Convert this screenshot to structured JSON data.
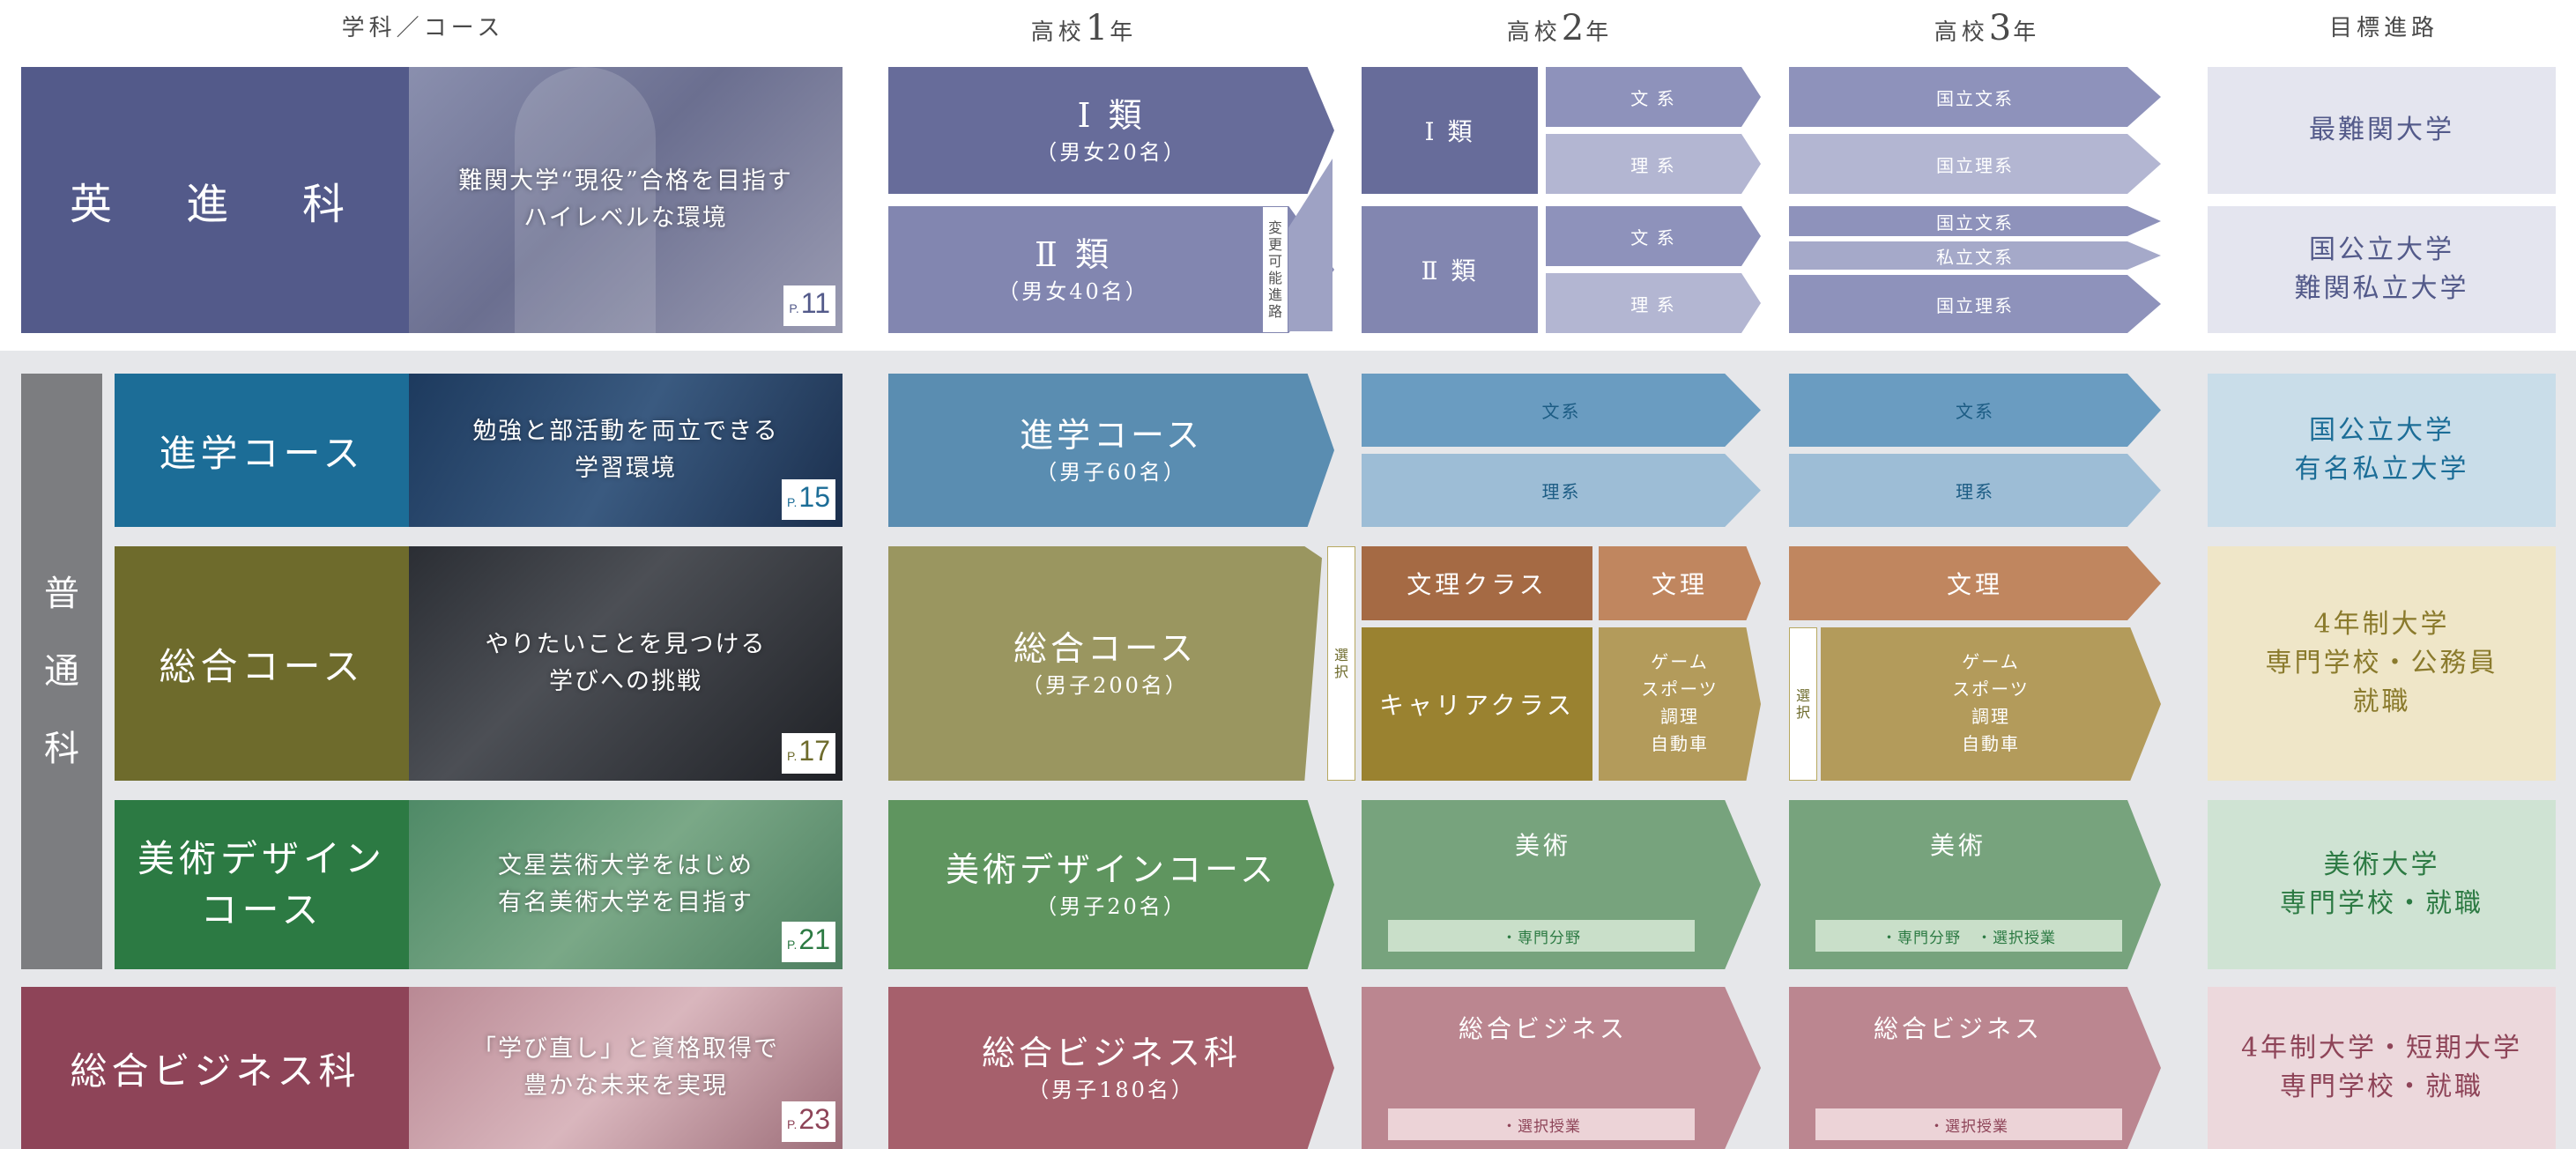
{
  "header": {
    "col_course": "学科／コース",
    "col_y1": {
      "pre": "高校",
      "num": "1",
      "post": "年"
    },
    "col_y2": {
      "pre": "高校",
      "num": "2",
      "post": "年"
    },
    "col_y3": {
      "pre": "高校",
      "num": "3",
      "post": "年"
    },
    "col_dest": "目標進路"
  },
  "eishin": {
    "name": "英　進　科",
    "caption": [
      "難関大学“現役”合格を目指す",
      "ハイレベルな環境"
    ],
    "page": {
      "prefix": "P.",
      "num": "11"
    },
    "y1": [
      {
        "name": "Ⅰ 類",
        "sub": "（男女20名）"
      },
      {
        "name": "Ⅱ 類",
        "sub": "（男女40名）"
      }
    ],
    "change_route": "変更可能進路",
    "y2": [
      {
        "name": "Ⅰ 類",
        "branches": [
          "文 系",
          "理 系"
        ]
      },
      {
        "name": "Ⅱ 類",
        "branches": [
          "文 系",
          "理 系"
        ]
      }
    ],
    "y3": [
      "国立文系",
      "国立理系",
      "国立文系",
      "私立文系",
      "国立理系"
    ],
    "dest": [
      [
        "最難関大学"
      ],
      [
        "国公立大学",
        "難関私立大学"
      ]
    ]
  },
  "futsu": {
    "name_chars": [
      "普",
      "通",
      "科"
    ],
    "shingaku": {
      "name": "進学コース",
      "caption": [
        "勉強と部活動を両立できる",
        "学習環境"
      ],
      "page": {
        "prefix": "P.",
        "num": "15"
      },
      "y1": {
        "name": "進学コース",
        "sub": "（男子60名）"
      },
      "y2": [
        "文系",
        "理系"
      ],
      "y3": [
        "文系",
        "理系"
      ],
      "dest": [
        "国公立大学",
        "有名私立大学"
      ]
    },
    "sogo": {
      "name": "総合コース",
      "caption": [
        "やりたいことを見つける",
        "学びへの挑戦"
      ],
      "page": {
        "prefix": "P.",
        "num": "17"
      },
      "y1": {
        "name": "総合コース",
        "sub": "（男子200名）"
      },
      "select": "選択",
      "y2": {
        "bunri": "文理クラス",
        "bunri_to": "文理",
        "career": "キャリアクラス",
        "career_to": [
          "ゲーム",
          "スポーツ",
          "調理",
          "自動車"
        ]
      },
      "y3": {
        "bunri": "文理",
        "career": [
          "ゲーム",
          "スポーツ",
          "調理",
          "自動車"
        ]
      },
      "dest": [
        "4年制大学",
        "専門学校・公務員",
        "就職"
      ]
    },
    "bijutsu": {
      "name": [
        "美術デザイン",
        "コース"
      ],
      "caption": [
        "文星芸術大学をはじめ",
        "有名美術大学を目指す"
      ],
      "page": {
        "prefix": "P.",
        "num": "21"
      },
      "y1": {
        "name": "美術デザインコース",
        "sub": "（男子20名）"
      },
      "y2": {
        "name": "美術",
        "tag": "・専門分野"
      },
      "y3": {
        "name": "美術",
        "tag": "・専門分野　・選択授業"
      },
      "dest": [
        "美術大学",
        "専門学校・就職"
      ]
    }
  },
  "business": {
    "name": "総合ビジネス科",
    "caption": [
      "「学び直し」と資格取得で",
      "豊かな未来を実現"
    ],
    "page": {
      "prefix": "P.",
      "num": "23"
    },
    "y1": {
      "name": "総合ビジネス科",
      "sub": "（男子180名）"
    },
    "y2": {
      "name": "総合ビジネス",
      "tag": "・選択授業"
    },
    "y3": {
      "name": "総合ビジネス",
      "tag": "・選択授業"
    },
    "dest": [
      "4年制大学・短期大学",
      "専門学校・就職"
    ]
  },
  "icons": {
    "route": "chevron-arrow"
  },
  "colors": {
    "eishin": "#535a8a",
    "shingaku": "#1c6d97",
    "sogo": "#6e6b2c",
    "bijutsu": "#2c7a43",
    "business": "#8e4458",
    "futsu_label": "#7c7d80"
  }
}
